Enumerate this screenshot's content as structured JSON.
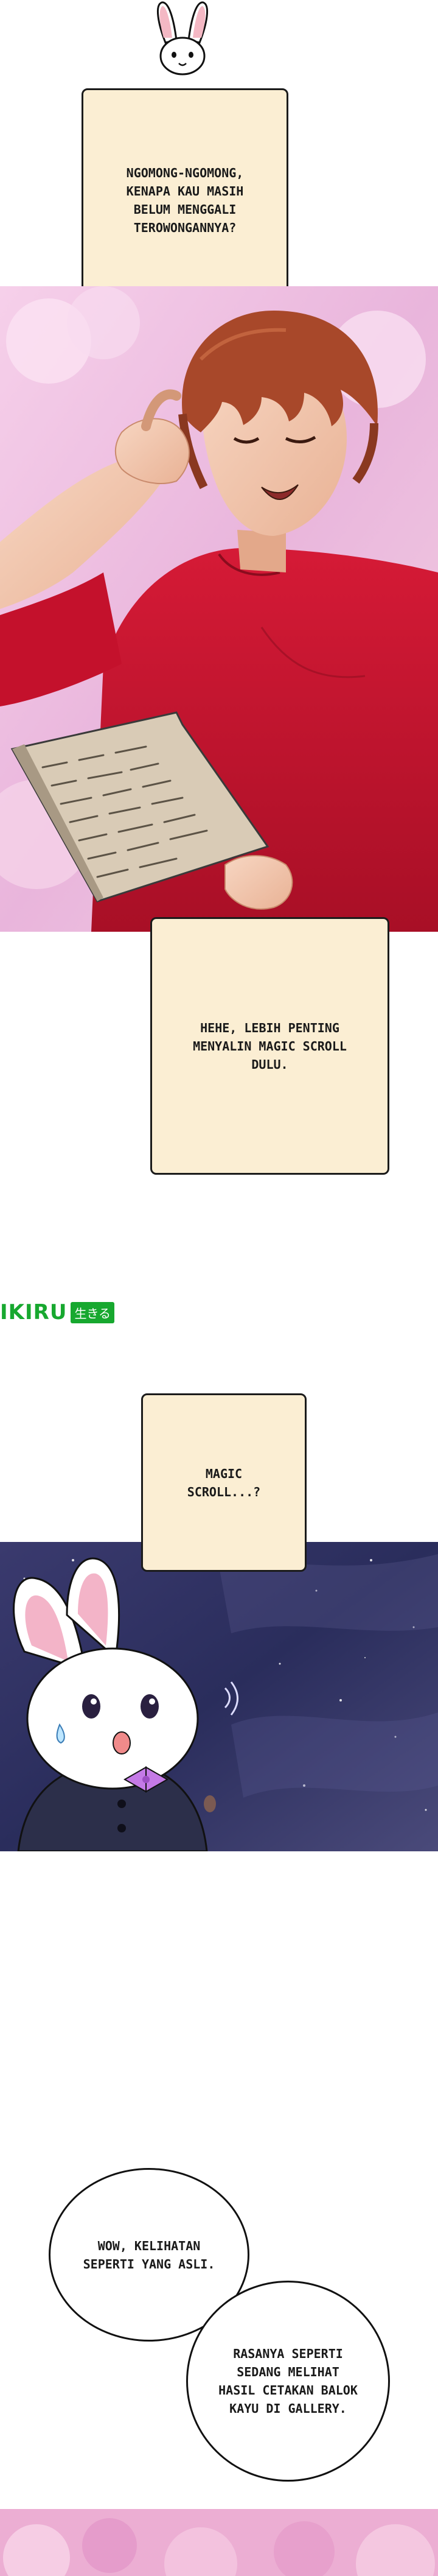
{
  "dialogue": {
    "line_1": "NGOMONG-NGOMONG,\nKENAPA KAU MASIH\nBELUM MENGGALI\nTEROWONGANNYA?",
    "line_2": "HEHE, LEBIH PENTING\nMENYALIN MAGIC SCROLL\nDULU.",
    "line_3": "MAGIC\nSCROLL...?",
    "line_4": "WOW, KELIHATAN\nSEPERTI YANG ASLI.",
    "line_5": "RASANYA SEPERTI\nSEDANG MELIHAT\nHASIL CETAKAN BALOK\nKAYU DI GALLERY."
  },
  "watermark": {
    "main": "IKIRU",
    "badge": "生きる"
  },
  "colors": {
    "box_fill": "#fbeed3",
    "shirt": "#c8102e",
    "hair": "#a8482a",
    "watermark": "#17a82f",
    "sky_pink": "#f3c7e6",
    "night_sky": "#2d2d58"
  }
}
